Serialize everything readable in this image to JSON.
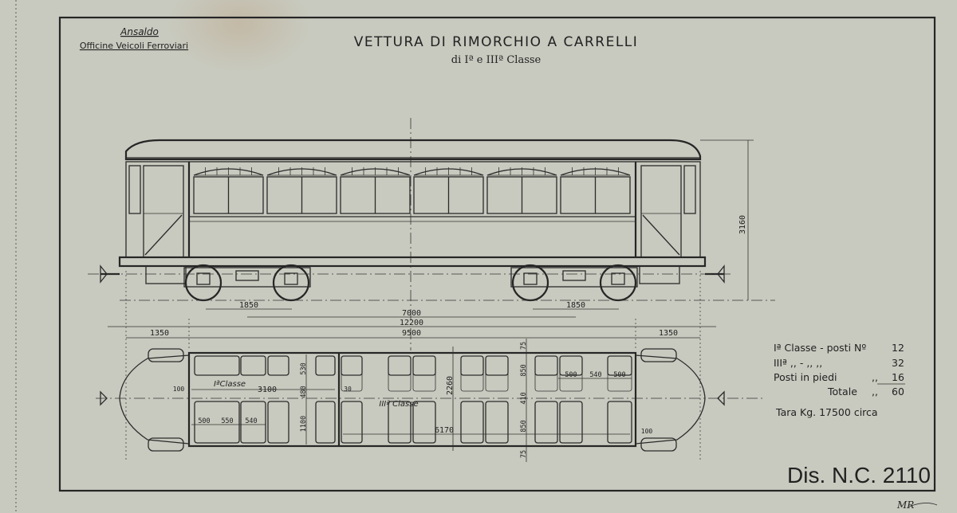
{
  "header": {
    "maker": "Ansaldo",
    "maker_division": "Officine Veicoli Ferroviari",
    "title": "VETTURA DI RIMORCHIO A CARRELLI",
    "subtitle": "di Iª e IIIª Classe"
  },
  "elevation_dims": {
    "height": "3160",
    "bogie_wheelbase_left": "1850",
    "bogie_wheelbase_right": "1850",
    "bogie_centres": "7000",
    "length_over_buffers": "12200",
    "body_length": "9500",
    "platform_left": "1350",
    "platform_right": "1350"
  },
  "plan_dims": {
    "end_wall_left": "100",
    "first_class_length": "3100",
    "partition": "30",
    "aisle_first": "480",
    "seat_depth_first": "530",
    "bench_first": "1100",
    "seat_a": "500",
    "seat_b": "550",
    "seat_c": "540",
    "width": "2260",
    "third_class_length": "6170",
    "margin_top": "75",
    "seat_depth_top": "850",
    "aisle_third": "410",
    "seat_depth_bottom": "850",
    "margin_bottom": "75",
    "seat_d": "500",
    "seat_e": "540",
    "seat_f": "500",
    "end_wall_right": "100"
  },
  "labels": {
    "first_class": "IªClasse",
    "third_class": "IIIª Classe"
  },
  "seating": {
    "row1_label": "Iª Classe - posti Nº",
    "row1_value": "12",
    "row2_label": "IIIª   ,,    -    ,,    ,,",
    "row2_value": "32",
    "row3_label": "Posti in piedi",
    "row3_ditto": ",,",
    "row3_value": "16",
    "total_label": "Totale",
    "total_ditto": ",,",
    "total_value": "60",
    "tare": "Tara  Kg. 17500  circa"
  },
  "drawing_number": "Dis. N.C. 2110",
  "signature": "MR"
}
